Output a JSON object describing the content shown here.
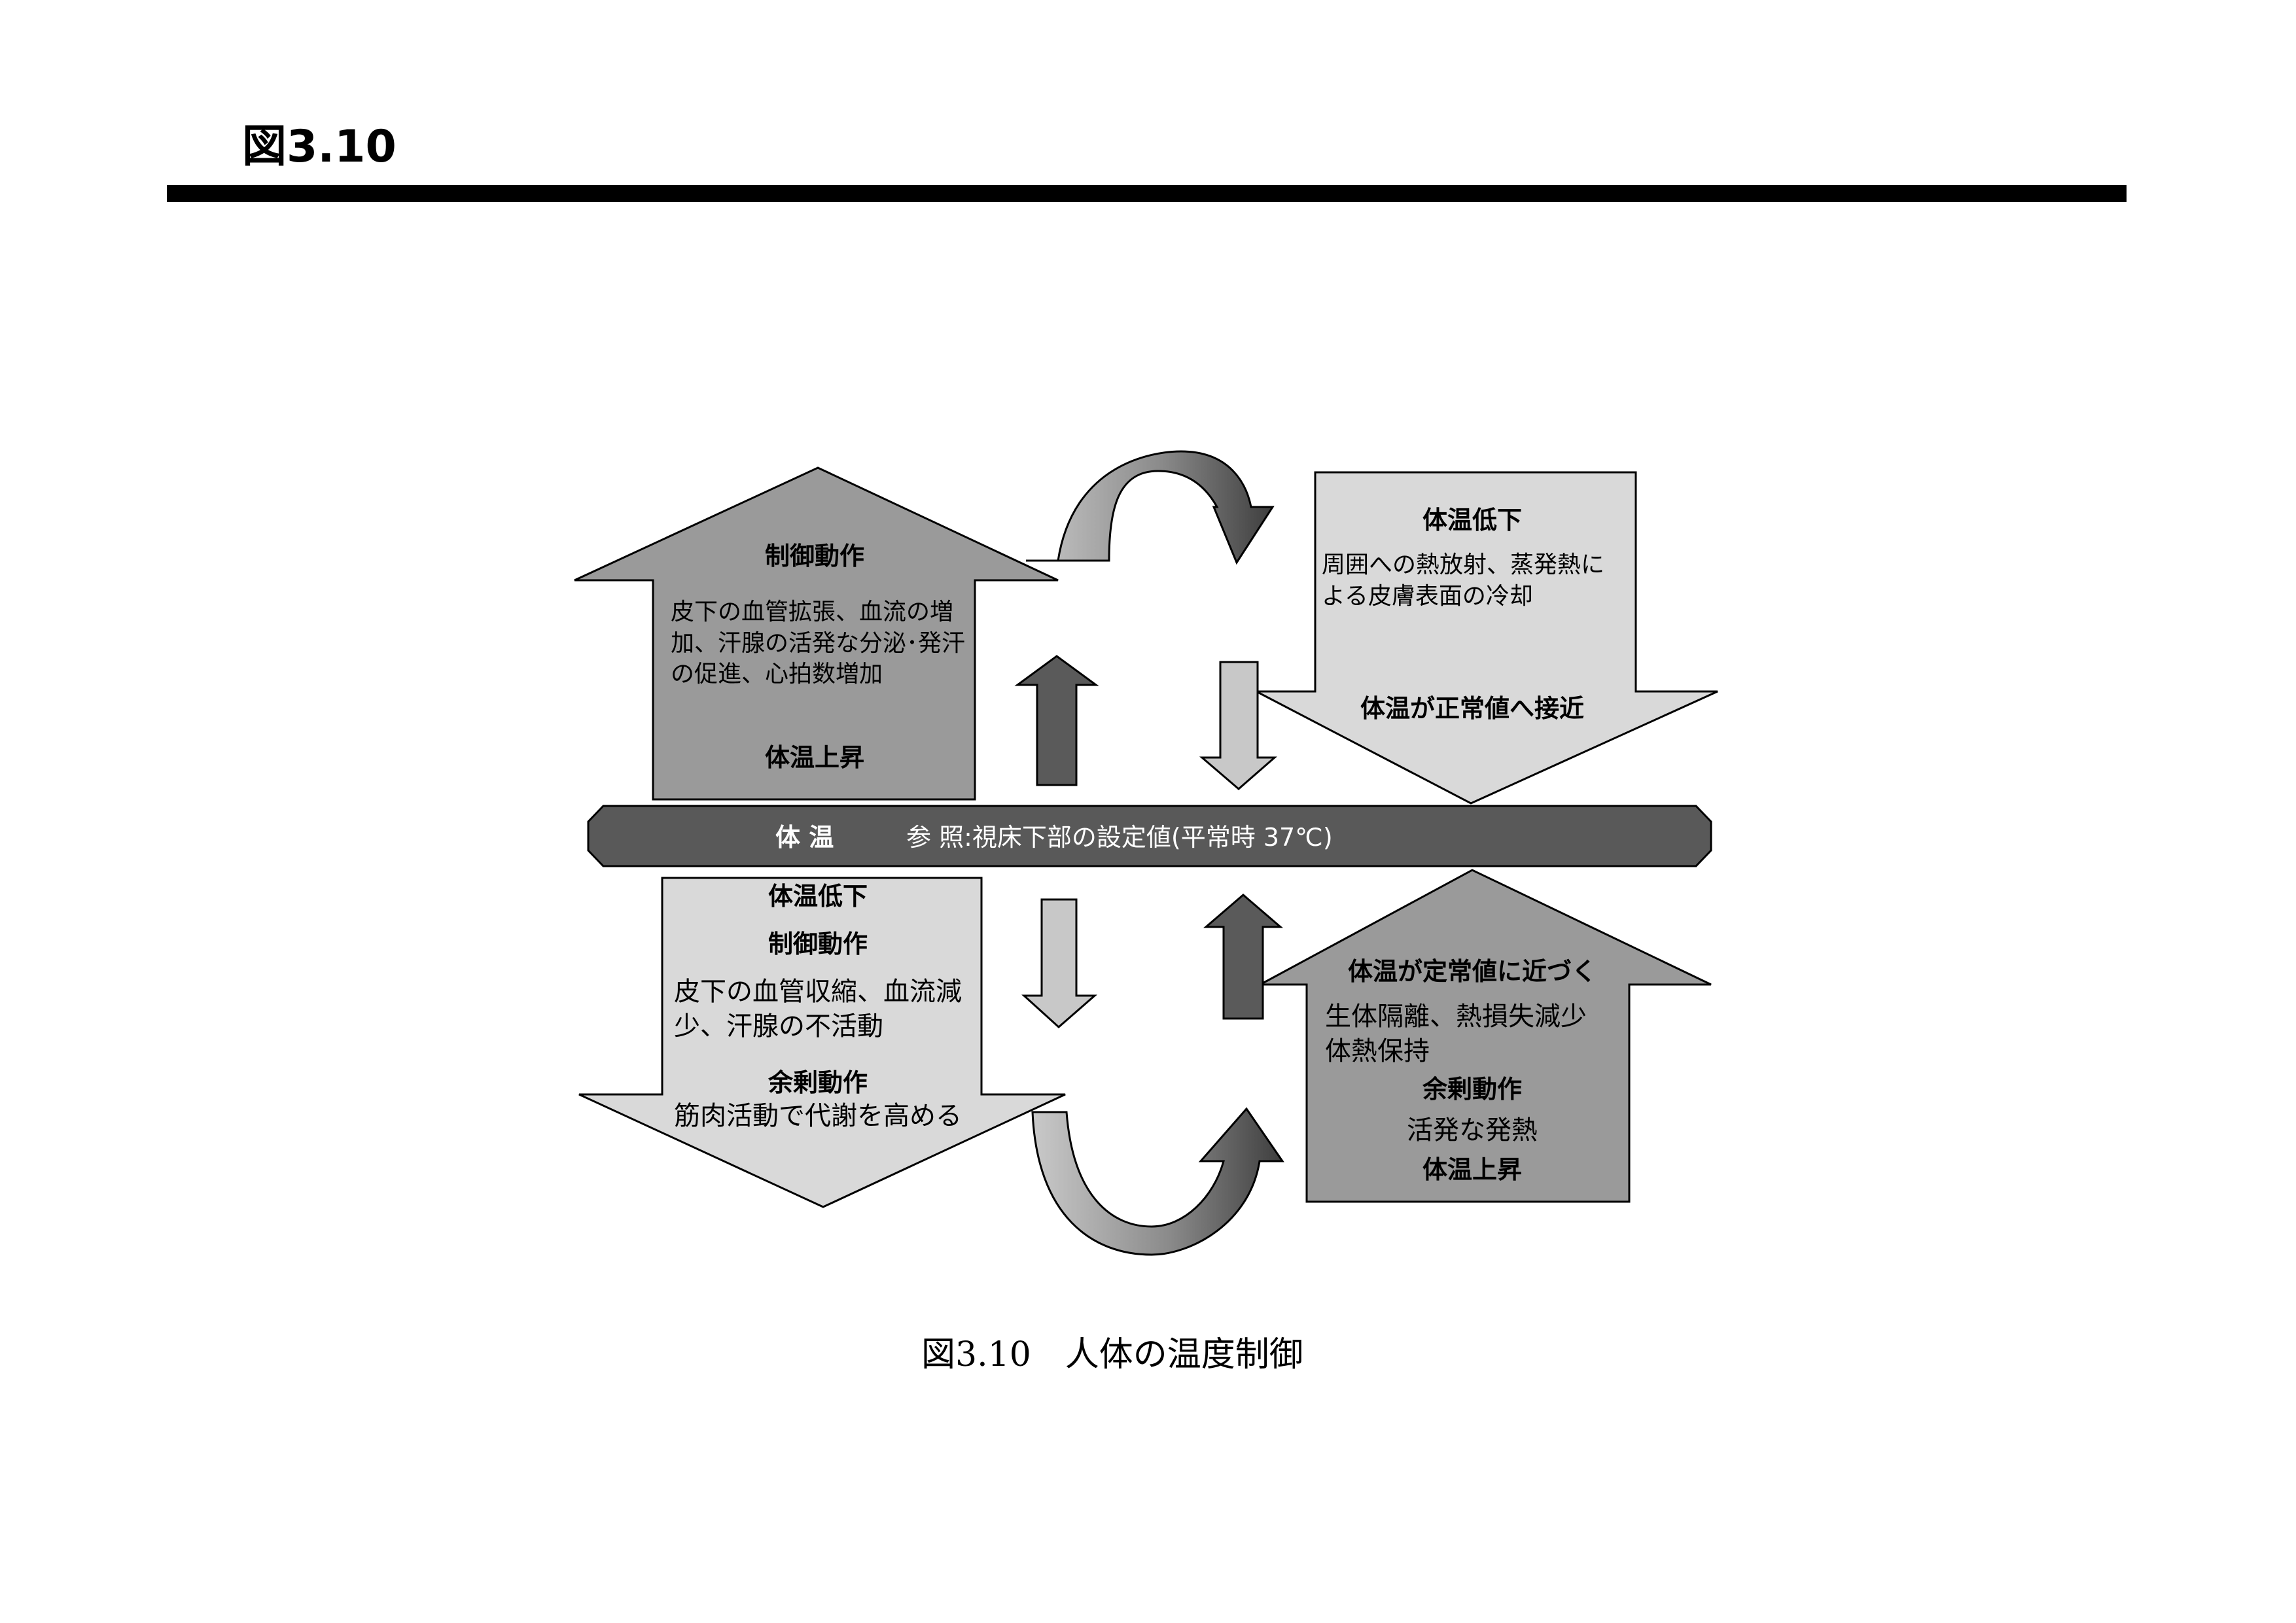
{
  "header": {
    "title": "図3.10"
  },
  "diagram": {
    "top_left": {
      "heading": "制御動作",
      "body_lines": [
        "皮下の血管拡張、血流の増",
        "加、汗腺の活発な分泌･発汗",
        "の促進、心拍数増加"
      ],
      "footer": "体温上昇"
    },
    "top_right": {
      "heading": "体温低下",
      "body_lines": [
        "周囲への熱放射、蒸発熱に",
        "よる皮膚表面の冷却"
      ],
      "footer": "体温が正常値へ接近"
    },
    "bar": {
      "label": "体 温",
      "reference": "参 照:視床下部の設定値(平常時 37℃)"
    },
    "bottom_left": {
      "heading1": "体温低下",
      "heading2": "制御動作",
      "body_lines": [
        "皮下の血管収縮、血流減",
        "少、汗腺の不活動"
      ],
      "heading3": "余剰動作",
      "body2": "筋肉活動で代謝を高める"
    },
    "bottom_right": {
      "heading": "体温が定常値に近づく",
      "body_lines": [
        "生体隔離、熱損失減少",
        "体熱保持"
      ],
      "heading2": "余剰動作",
      "body2": "活発な発熱",
      "footer": "体温上昇"
    },
    "colors": {
      "dark_gray": "#9a9a9a",
      "light_gray": "#d9d9d9",
      "bar": "#595959",
      "small_dark_arrow": "#5a5a5a",
      "small_light_arrow": "#c8c8c8"
    }
  },
  "caption": "図3.10　人体の温度制御"
}
